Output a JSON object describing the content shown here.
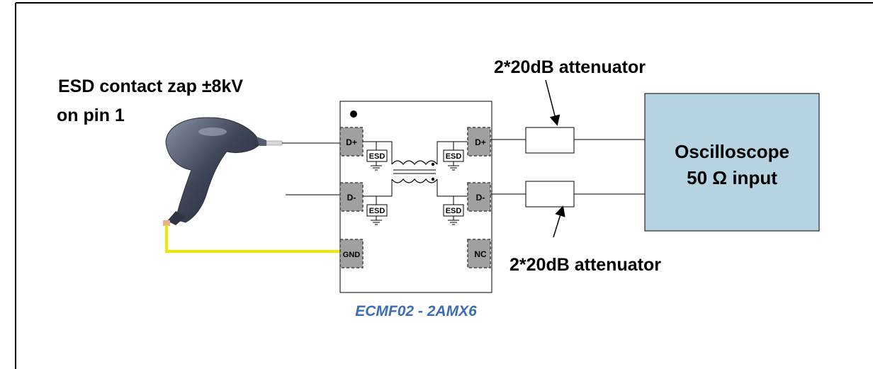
{
  "diagram": {
    "esd_label_line1": "ESD contact zap ±8kV",
    "esd_label_line2": "on pin 1",
    "attenuator_top_label": "2*20dB attenuator",
    "attenuator_bottom_label": "2*20dB attenuator",
    "oscilloscope_line1": "Oscilloscope",
    "oscilloscope_line2": "50 Ω input",
    "chip_name": "ECMF02 - 2AMX6",
    "pins": {
      "d_plus_left": "D+",
      "d_minus_left": "D-",
      "gnd": "GND",
      "d_plus_right": "D+",
      "d_minus_right": "D-",
      "nc": "NC"
    },
    "esd_box_label": "ESD"
  },
  "colors": {
    "oscilloscope_fill": "#b5d3e1",
    "pin_fill": "#a0a0a0",
    "gnd_wire": "#f2e600",
    "chip_name": "#3b6db5",
    "gun_body": "#3e4658"
  },
  "icons": [
    "esd-gun-icon",
    "ground-icon"
  ]
}
